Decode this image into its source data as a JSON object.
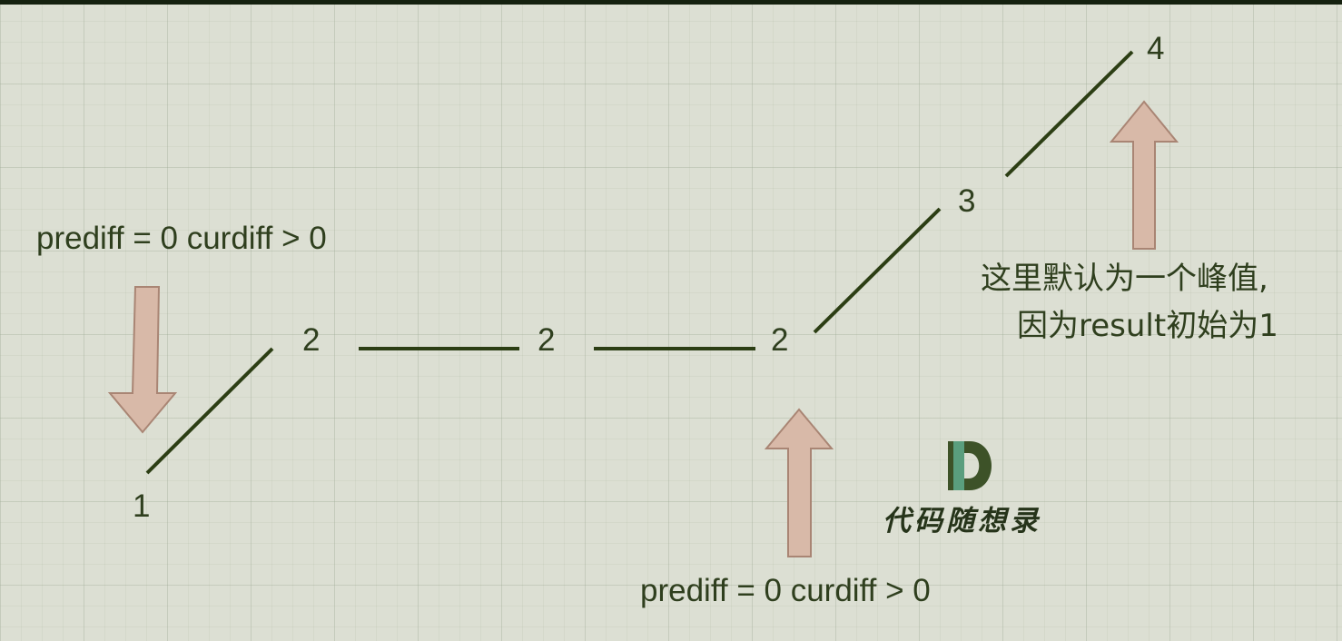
{
  "nodes": [
    {
      "id": "n1",
      "label": "1"
    },
    {
      "id": "n2a",
      "label": "2"
    },
    {
      "id": "n2b",
      "label": "2"
    },
    {
      "id": "n2c",
      "label": "2"
    },
    {
      "id": "n3",
      "label": "3"
    },
    {
      "id": "n4",
      "label": "4"
    }
  ],
  "annotations": {
    "left_note": "prediff = 0 curdiff > 0",
    "bottom_note": "prediff = 0 curdiff > 0",
    "right_note_line1": "这里默认为一个峰值,",
    "right_note_line2": "因为result初始为1"
  },
  "logo": {
    "text": "代码随想录",
    "letter": "D"
  },
  "colors": {
    "background": "#dcdfd3",
    "line": "#2c3e14",
    "arrow_fill": "#d8b9a8",
    "arrow_stroke": "#a98574",
    "text": "#2f3f1e",
    "logo_dark": "#3d5228",
    "logo_accent": "#5a9e7e"
  }
}
